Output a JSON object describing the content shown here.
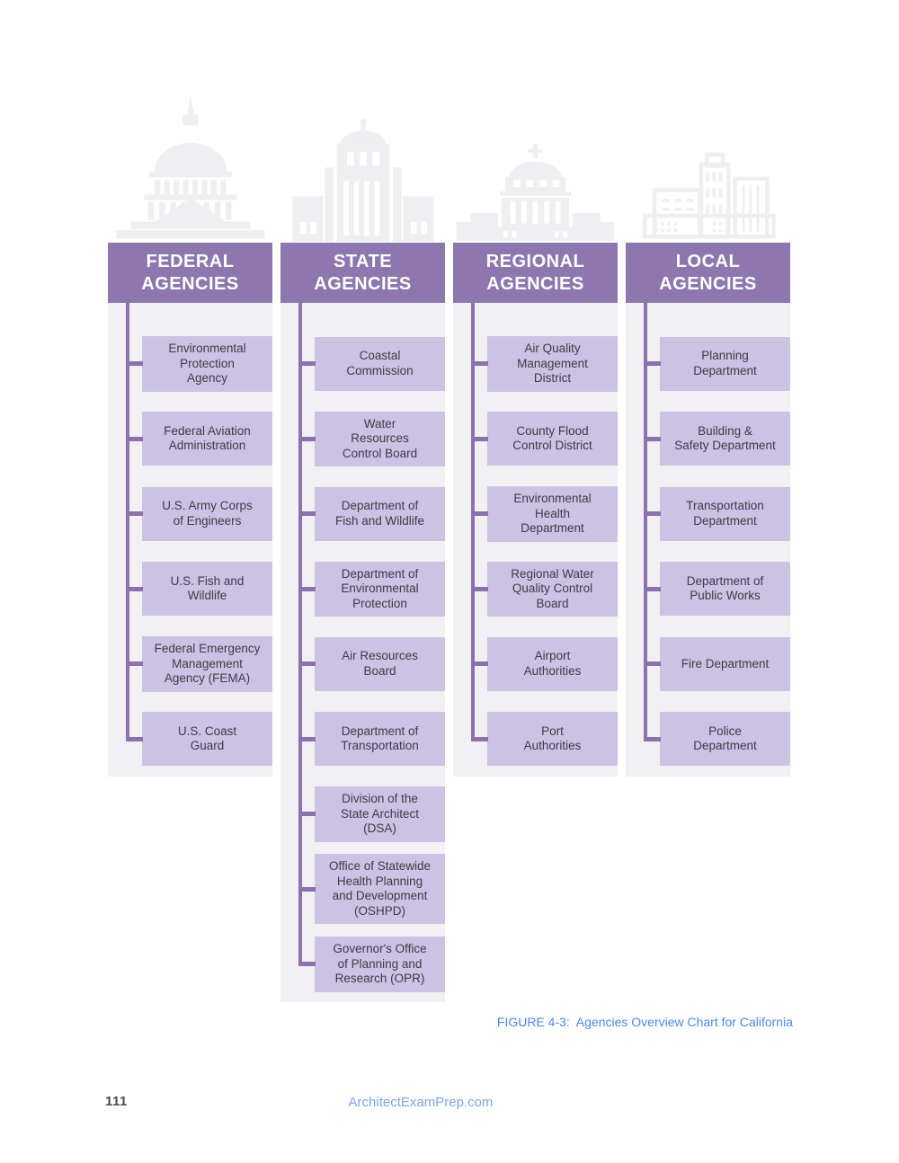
{
  "document": {
    "caption": "FIGURE 4-3:  Agencies Overview Chart for California",
    "page_number": "111",
    "footer_link": "ArchitectExamPrep.com"
  },
  "colors": {
    "header_bg": "#8d77ae",
    "box_bg": "#ccc2e4",
    "connector": "#8b72ac",
    "column_bg": "#f1f0f2",
    "box_text": "#3f3b46",
    "header_text": "#ffffff",
    "caption_text": "#4b87f0",
    "footer_link_text": "#7aa4ed",
    "page_number_text": "#4a4a4a",
    "icon_gray": "#efeff1"
  },
  "diagram": {
    "columns": [
      {
        "id": "federal",
        "title": "FEDERAL\nAGENCIES",
        "icon": "us-capitol-dome-icon",
        "items": [
          "Environmental\nProtection\nAgency",
          "Federal Aviation\nAdministration",
          "U.S. Army Corps\nof Engineers",
          "U.S. Fish and\nWildlife",
          "Federal Emergency\nManagement\nAgency (FEMA)",
          "U.S. Coast\nGuard"
        ]
      },
      {
        "id": "state",
        "title": "STATE\nAGENCIES",
        "icon": "state-capitol-icon",
        "items": [
          "Coastal\nCommission",
          "Water\nResources\nControl Board",
          "Department of\nFish and Wildlife",
          "Department of\nEnvironmental\nProtection",
          "Air Resources\nBoard",
          "Department of\nTransportation",
          "Division of the\nState Architect\n(DSA)",
          "Office of Statewide\nHealth Planning\nand Development\n(OSHPD)",
          "Governor's Office\nof Planning and\nResearch (OPR)"
        ]
      },
      {
        "id": "regional",
        "title": "REGIONAL\nAGENCIES",
        "icon": "domed-courthouse-icon",
        "items": [
          "Air Quality\nManagement\nDistrict",
          "County Flood\nControl District",
          "Environmental\nHealth\nDepartment",
          "Regional Water\nQuality Control\nBoard",
          "Airport\nAuthorities",
          "Port\nAuthorities"
        ]
      },
      {
        "id": "local",
        "title": "LOCAL\nAGENCIES",
        "icon": "city-buildings-icon",
        "items": [
          "Planning\nDepartment",
          "Building &\nSafety Department",
          "Transportation\nDepartment",
          "Department of\nPublic Works",
          "Fire Department",
          "Police\nDepartment"
        ]
      }
    ]
  }
}
